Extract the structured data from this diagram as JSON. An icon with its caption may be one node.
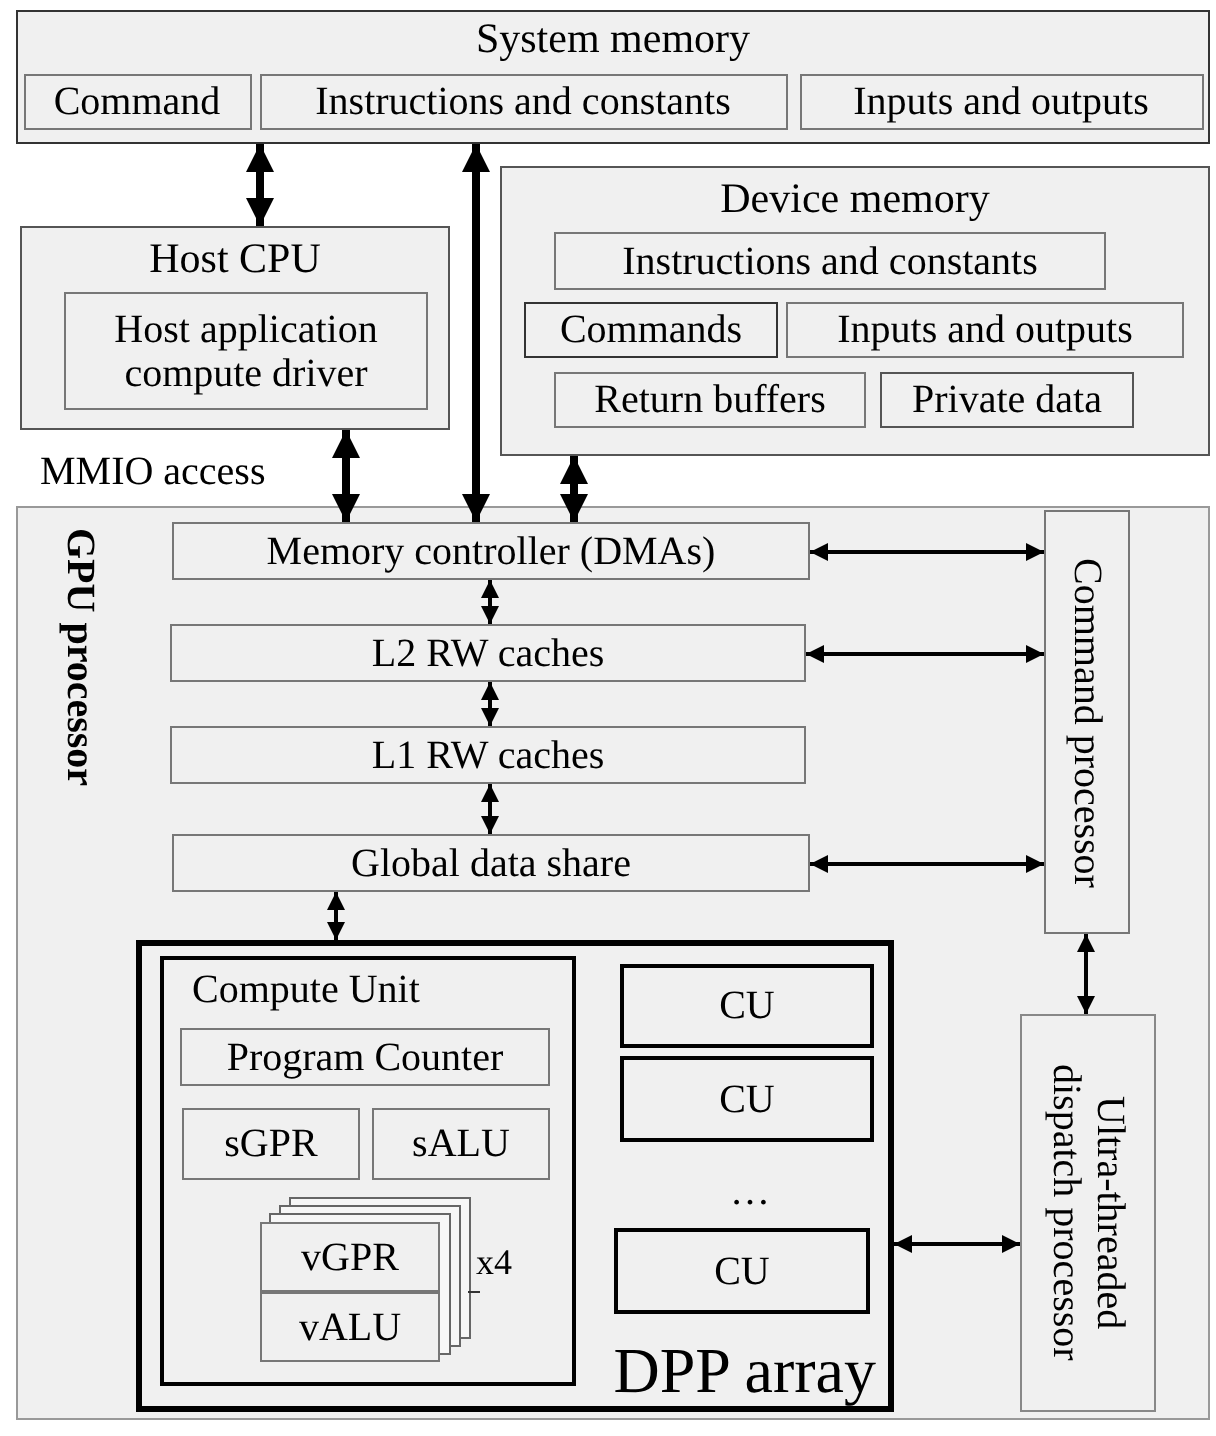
{
  "diagram": {
    "nodes": [
      {
        "text": [
          "System memory"
        ]
      },
      {
        "text": [
          "Command"
        ],
        "in": 0
      },
      {
        "text": [
          "Instructions and constants"
        ],
        "in": 0
      },
      {
        "text": [
          "Inputs and outputs"
        ],
        "in": 0
      },
      {
        "text": [
          "Host CPU"
        ]
      },
      {
        "text": [
          "Host application compute driver"
        ],
        "in": 4
      },
      {
        "text": [
          "Device memory"
        ]
      },
      {
        "text": [
          "Instructions and constants"
        ],
        "in": 6
      },
      {
        "text": [
          "Commands"
        ],
        "in": 6
      },
      {
        "text": [
          "Inputs and outputs"
        ],
        "in": 6
      },
      {
        "text": [
          "Return buffers"
        ],
        "in": 6
      },
      {
        "text": [
          "Private data"
        ],
        "in": 6
      },
      {
        "text": [
          "GPU processor"
        ]
      },
      {
        "text": [
          "Memory controller (DMAs)"
        ],
        "in": 12
      },
      {
        "text": [
          "L2 RW caches"
        ],
        "in": 12
      },
      {
        "text": [
          "L1 RW caches"
        ],
        "in": 12
      },
      {
        "text": [
          "Global data share"
        ],
        "in": 12
      },
      {
        "text": [
          "Command processor"
        ],
        "in": 12
      },
      {
        "text": [
          "DPP array"
        ],
        "in": 12
      },
      {
        "text": [
          "Compute Unit"
        ],
        "in": 18
      },
      {
        "text": [
          "Program Counter"
        ],
        "in": 19
      },
      {
        "text": [
          "sGPR"
        ],
        "in": 19
      },
      {
        "text": [
          "sALU"
        ],
        "in": 19
      },
      {
        "text": [
          "vGPR"
        ],
        "in": 19
      },
      {
        "text": [
          "vALU"
        ],
        "in": 19
      },
      {
        "text": [
          "CU"
        ],
        "in": 18
      },
      {
        "text": [
          "CU"
        ],
        "in": 18
      },
      {
        "text": [
          "CU"
        ],
        "in": 18
      },
      {
        "text": [
          "Ultra-threaded dispatch processor"
        ],
        "in": 12
      }
    ],
    "edges": [
      {
        "from": 4,
        "to": 0,
        "arrow": "both",
        "style": "thick"
      },
      {
        "from": 13,
        "to": 0,
        "arrow": "both",
        "style": "thick"
      },
      {
        "from": 4,
        "to": 13,
        "arrow": "both",
        "style": "thick",
        "label": "MMIO access"
      },
      {
        "from": 6,
        "to": 13,
        "arrow": "both",
        "style": "thick"
      },
      {
        "from": 13,
        "to": 14,
        "arrow": "both"
      },
      {
        "from": 14,
        "to": 15,
        "arrow": "both"
      },
      {
        "from": 15,
        "to": 16,
        "arrow": "both"
      },
      {
        "from": 16,
        "to": 18,
        "arrow": "both"
      },
      {
        "from": 13,
        "to": 17,
        "arrow": "both"
      },
      {
        "from": 14,
        "to": 17,
        "arrow": "both"
      },
      {
        "from": 16,
        "to": 17,
        "arrow": "both"
      },
      {
        "from": 17,
        "to": 28,
        "arrow": "both"
      },
      {
        "from": 18,
        "to": 28,
        "arrow": "both"
      }
    ],
    "labels": [
      "x4",
      "…"
    ]
  }
}
